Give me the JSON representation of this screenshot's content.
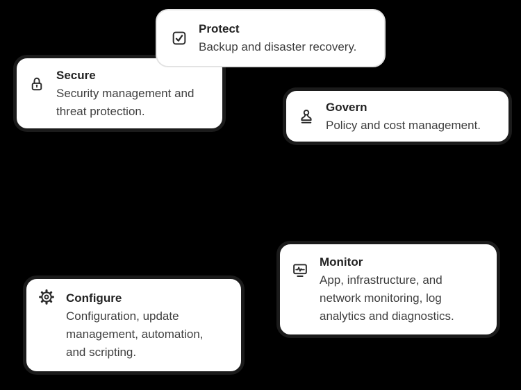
{
  "canvas": {
    "background_color": "#000000",
    "card_background_color": "#ffffff",
    "card_border_dark_color": "#1b1b1b",
    "card_border_light_color": "#e3e3e3",
    "title_color": "#232323",
    "description_color": "#3e3e3e"
  },
  "cards": [
    {
      "id": "protect",
      "title": "Protect",
      "description": "Backup and disaster recovery.",
      "icon": "checkbox-check-icon"
    },
    {
      "id": "secure",
      "title": "Secure",
      "description": "Security management and\nthreat protection.",
      "icon": "lock-icon"
    },
    {
      "id": "govern",
      "title": "Govern",
      "description": "Policy and cost management.",
      "icon": "stamp-icon"
    },
    {
      "id": "monitor",
      "title": "Monitor",
      "description": "App, infrastructure, and\nnetwork monitoring, log\nanalytics and diagnostics.",
      "icon": "monitor-pulse-icon"
    },
    {
      "id": "configure",
      "title": "Configure",
      "description": "Configuration, update\nmanagement, automation,\nand scripting.",
      "icon": "gear-icon"
    }
  ]
}
